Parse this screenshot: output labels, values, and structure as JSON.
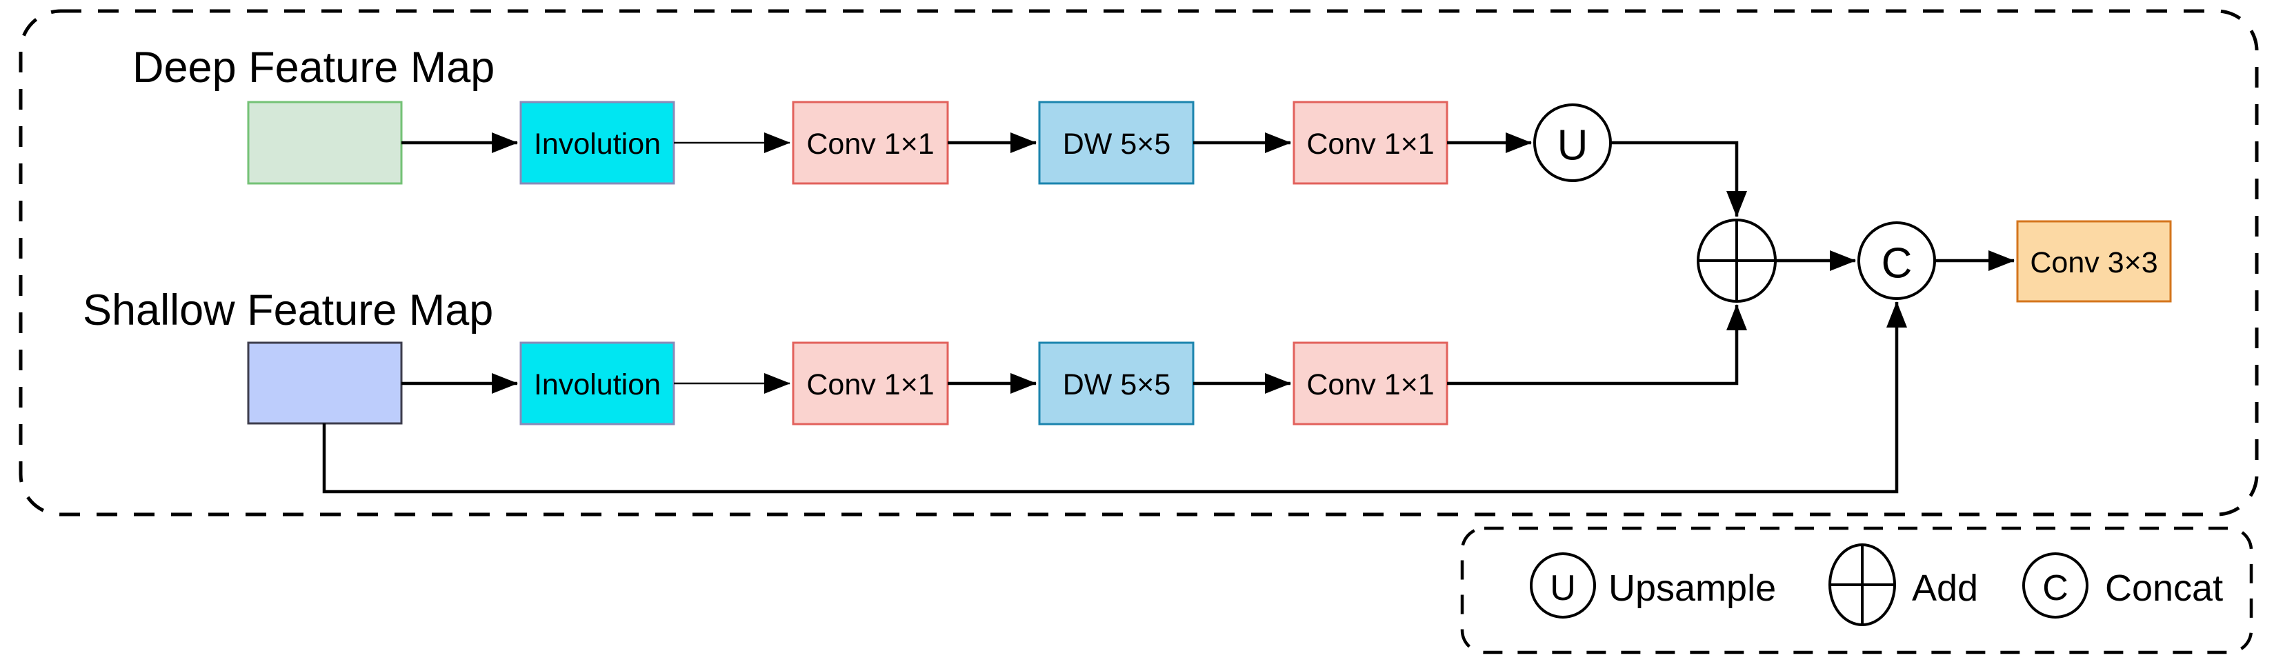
{
  "titles": {
    "deep": "Deep Feature Map",
    "shallow": "Shallow Feature Map"
  },
  "deep_branch": {
    "involution": "Involution",
    "conv1": "Conv 1×1",
    "dw": "DW 5×5",
    "conv2": "Conv 1×1"
  },
  "shallow_branch": {
    "involution": "Involution",
    "conv1": "Conv 1×1",
    "dw": "DW 5×5",
    "conv2": "Conv 1×1"
  },
  "operators": {
    "upsample": "U",
    "concat": "C"
  },
  "output": {
    "conv3x3": "Conv 3×3"
  },
  "legend": {
    "upsample_symbol": "U",
    "upsample_label": "Upsample",
    "add_label": "Add",
    "concat_symbol": "C",
    "concat_label": "Concat"
  },
  "colors": {
    "canvas_bg": "#ffffff",
    "line": "#000000",
    "deep_input_fill": "#d5e8d8",
    "deep_input_stroke": "#74c276",
    "shallow_input_fill": "#bdcdfc",
    "shallow_input_stroke": "#3d3d4c",
    "involution_fill": "#00e6f2",
    "involution_stroke": "#8a8ab8",
    "conv1x1_fill": "#fad3cf",
    "conv1x1_stroke": "#e2615c",
    "dw_fill": "#a6d7ee",
    "dw_stroke": "#1b84ae",
    "conv3x3_fill": "#fcd9a4",
    "conv3x3_stroke": "#d4751c",
    "node_fill": "#ffffff"
  }
}
